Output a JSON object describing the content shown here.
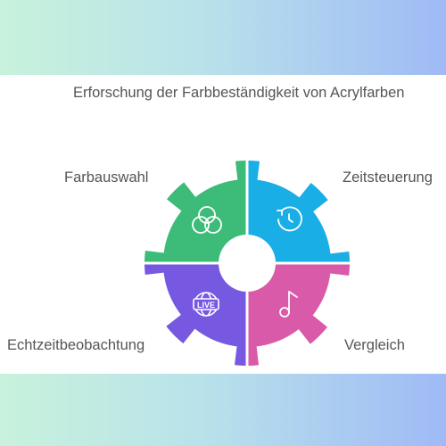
{
  "title": "Erforschung der Farbbeständigkeit von Acrylfarben",
  "segments": [
    {
      "label": "Farbauswahl",
      "color": "#3dbb78",
      "icon": "three-circles-icon"
    },
    {
      "label": "Zeitsteuerung",
      "color": "#1aaee6",
      "icon": "clock-history-icon"
    },
    {
      "label": "Echtzeitbeobachtung",
      "color": "#7758e0",
      "icon": "live-globe-icon"
    },
    {
      "label": "Vergleich",
      "color": "#d95aa8",
      "icon": "music-note-icon"
    }
  ],
  "icons": {
    "live_text": "LIVE"
  }
}
